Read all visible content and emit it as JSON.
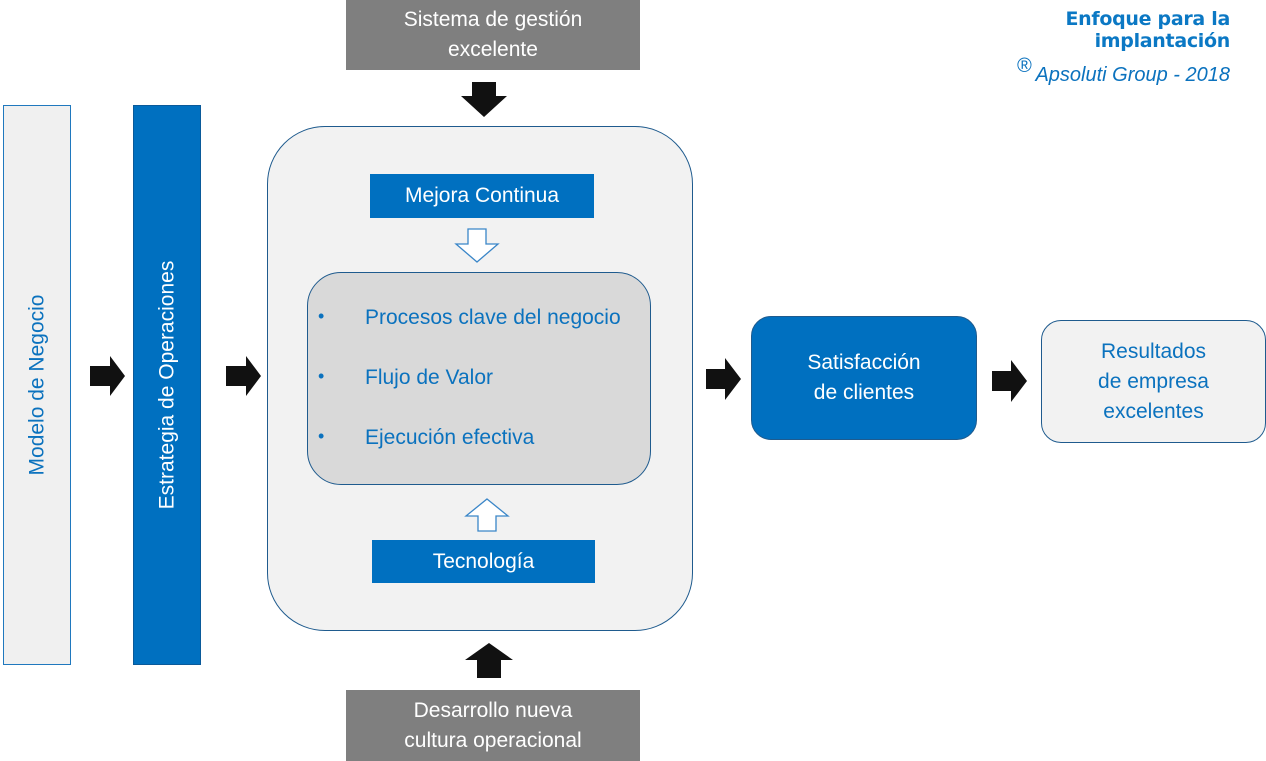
{
  "header": {
    "title": "Enfoque para la implantación",
    "copyright_symbol": "®",
    "copyright_text": "Apsoluti Group - 2018"
  },
  "top_input": {
    "line1": "Sistema de gestión",
    "line2": "excelente"
  },
  "bottom_input": {
    "line1": "Desarrollo nueva",
    "line2": "cultura operacional"
  },
  "left_bars": {
    "model": "Modelo de Negocio",
    "strategy": "Estrategia de Operaciones"
  },
  "core": {
    "top_label": "Mejora Continua",
    "bottom_label": "Tecnología",
    "bullet_symbol": "•",
    "items": [
      "Procesos clave del negocio",
      "Flujo de Valor",
      "Ejecución efectiva"
    ]
  },
  "outputs": {
    "satisfaction": {
      "line1": "Satisfacción",
      "line2": "de clientes"
    },
    "results": {
      "line1": "Resultados",
      "line2": "de empresa",
      "line3": "excelentes"
    }
  },
  "colors": {
    "accent_blue": "#0070C0",
    "text_blue": "#0B72BE",
    "gray_box": "#7F7F7F",
    "light_fill": "#F2F2F2",
    "inner_fill": "#D9D9D9",
    "border": "#1F5B8E",
    "arrow": "#111111"
  }
}
